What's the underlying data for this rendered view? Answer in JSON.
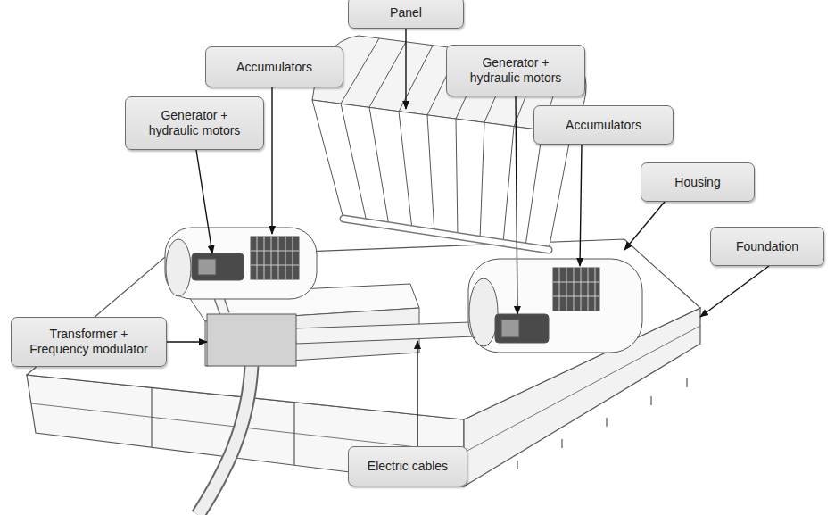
{
  "diagram": {
    "nodes": [
      {
        "text": [
          "Panel"
        ]
      },
      {
        "text": [
          "Accumulators"
        ]
      },
      {
        "text": [
          "Generator + hydraulic motors"
        ]
      },
      {
        "text": [
          "Generator + hydraulic motors"
        ]
      },
      {
        "text": [
          "Accumulators"
        ]
      },
      {
        "text": [
          "Housing"
        ]
      },
      {
        "text": [
          "Foundation"
        ]
      },
      {
        "text": [
          "Transformer + Frequency modulator"
        ]
      },
      {
        "text": [
          "Electric cables"
        ]
      }
    ]
  }
}
